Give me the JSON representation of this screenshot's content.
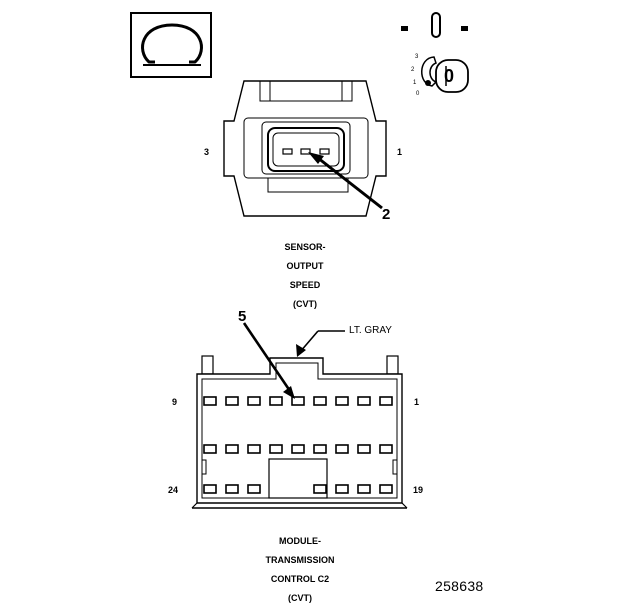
{
  "symbols": {
    "ohm_symbol": "Ω",
    "ignition_position": "0",
    "ignition_scale": [
      "3",
      "2",
      "1",
      "0"
    ]
  },
  "sensor": {
    "pin_left": "3",
    "pin_right": "1",
    "callout": "2",
    "caption_lines": [
      "SENSOR-",
      "OUTPUT",
      "SPEED",
      "(CVT)"
    ]
  },
  "module": {
    "callout": "5",
    "color_label": "LT. GRAY",
    "pin_top_left": "9",
    "pin_top_right": "1",
    "pin_bottom_left": "24",
    "pin_bottom_right": "19",
    "caption_lines": [
      "MODULE-",
      "TRANSMISSION",
      "CONTROL C2",
      "(CVT)"
    ]
  },
  "figure_number": "258638",
  "icons": [
    "ohmmeter-icon",
    "ignition-off-icon",
    "ignition-key-icon"
  ]
}
